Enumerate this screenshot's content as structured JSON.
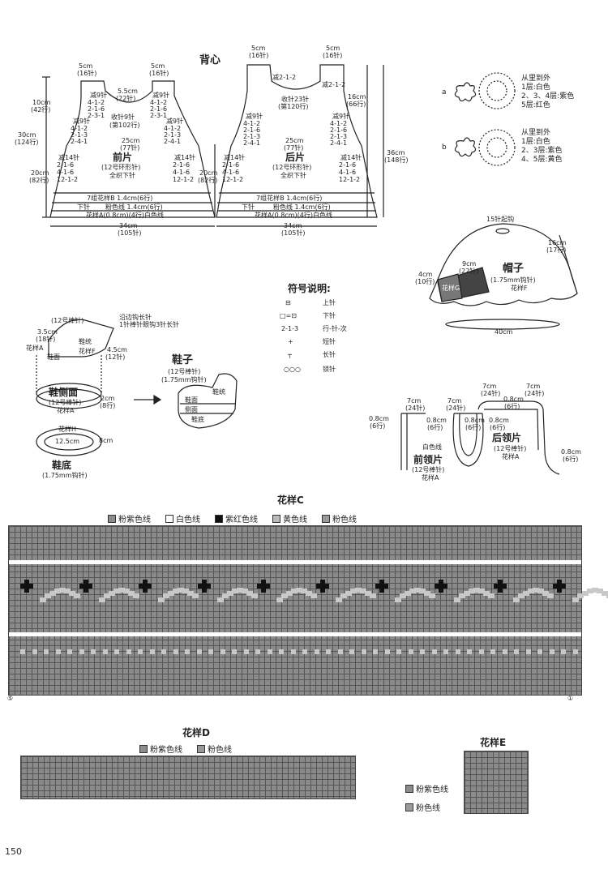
{
  "vest_title": "背心",
  "front": {
    "title": "前片",
    "needle": "(12号环形针)",
    "stitch": "全织下针",
    "shoulder_w": "5cm",
    "shoulder_st": "(16针)",
    "neck_w": "5.5cm",
    "neck_st": "(22针)",
    "neck_dec": "收针9针",
    "neck_row": "(第102行)",
    "dec9": "减9针",
    "dec_rows": [
      "4-1-2",
      "2-1-6",
      "2-3-1"
    ],
    "arm_rows": [
      "2-1-3",
      "2-4-1"
    ],
    "body_w": "25cm",
    "body_st": "(77针)",
    "dec14": "减14针",
    "side_rows": [
      "2-1-6",
      "4-1-6",
      "12-1-2"
    ],
    "h_total": "30cm",
    "h_total_r": "(124行)",
    "h_top": "10cm",
    "h_top_r": "(42行)",
    "h_bot": "20cm",
    "h_bot_r": "(82行)",
    "band1": "7组花样B   1.4cm(6行)",
    "band2a": "下针",
    "band2b": "粉色线  1.4cm(6行)",
    "band3": "花样A(0.8cm)(4行)白色线",
    "bottom_w": "34cm",
    "bottom_st": "(105针)"
  },
  "back": {
    "title": "后片",
    "needle": "(12号环形针)",
    "stitch": "全织下针",
    "shoulder_w": "5cm",
    "shoulder_st": "(16针)",
    "neck_dec": "收针23针",
    "neck_row": "(第120行)",
    "dec_top": "减2-1-2",
    "dec9": "减9针",
    "dec_rows": [
      "4-1-2",
      "2-1-6",
      "2-1-3",
      "2-4-1"
    ],
    "body_w": "25cm",
    "body_st": "(77针)",
    "dec14": "减14针",
    "side_rows": [
      "2-1-6",
      "4-1-6",
      "12-1-2"
    ],
    "h_total": "36cm",
    "h_total_r": "(148行)",
    "h_top": "16cm",
    "h_top_r": "(66行)",
    "h_bot": "20cm",
    "h_bot_r": "(82行)",
    "band1": "7组花样B   1.4cm(6行)",
    "band2a": "下针",
    "band2b": "粉色线  1.4cm(6行)",
    "band3": "花样A(0.8cm)(4行)白色线",
    "bottom_w": "34cm",
    "bottom_st": "(105针)"
  },
  "flowers": [
    {
      "label": "a",
      "lines": [
        "从里到外",
        "1层:白色",
        "2、3、4层:紫色",
        "5层:红色"
      ]
    },
    {
      "label": "b",
      "lines": [
        "从里到外",
        "1层:白色",
        "2、3层:紫色",
        "4、5层:黄色"
      ]
    }
  ],
  "hat": {
    "title": "帽子",
    "tool": "(1.75mm钩针)",
    "pattern": "花样F",
    "start": "15针起钩",
    "h": "16cm",
    "h_r": "(17行)",
    "brim_w": "9cm",
    "brim_st": "(22针)",
    "side": "4cm",
    "side_r": "(10行)",
    "patG": "花样G",
    "circ": "40cm"
  },
  "symbols": {
    "title": "符号说明:",
    "items": [
      {
        "sym": "⊟",
        "text": "上针"
      },
      {
        "sym": "□=⊡",
        "text": "下针"
      },
      {
        "sym": "2-1-3",
        "text": "行-针-次"
      },
      {
        "sym": "+",
        "text": "短针"
      },
      {
        "sym": "┬",
        "text": "长针"
      },
      {
        "sym": "○○○",
        "text": "锁针"
      }
    ]
  },
  "shoe": {
    "needle": "(12号棒针)",
    "edge": "沿边钩长针",
    "edge2": "1针棒针眼钩3针长针",
    "w1": "3.5cm",
    "w1_st": "(18针)",
    "patA": "花样A",
    "shoe_lining": "鞋统",
    "patF": "花样F",
    "face": "鞋面",
    "w2": "4.5cm",
    "w2_st": "(12针)",
    "side_title": "鞋侧面",
    "side_needle": "(12号棒针)",
    "side_pat": "花样A",
    "side_h": "2cm",
    "side_h_r": "(8行)",
    "sole_pat": "花样H",
    "sole_len": "12.5cm",
    "sole_w": "8cm",
    "sole_title": "鞋底",
    "sole_tool": "(1.75mm钩针)",
    "result_title": "鞋子",
    "result_needle": "(12号棒针)",
    "result_tool": "(1.75mm钩针)",
    "r_lining": "鞋统",
    "r_face": "鞋面",
    "r_side": "侧面",
    "r_sole": "鞋底"
  },
  "collar": {
    "f_w": "7cm",
    "f_st": "(24针)",
    "f_h": "0.8cm",
    "f_hr": "(6行)",
    "f_in": "0.8cm",
    "f_inr": "(6行)",
    "f_in2": "0.8cm",
    "f_in2r": "(6行)",
    "white": "白色线",
    "front_title": "前领片",
    "front_needle": "(12号棒针)",
    "front_pat": "花样A",
    "b_w1": "7cm",
    "b_st1": "(24针)",
    "b_w2": "7cm",
    "b_st2": "(24针)",
    "b_h": "0.8cm",
    "b_hr": "(6行)",
    "b_h2": "0.8cm",
    "b_h2r": "(6行)",
    "back_title": "后领片",
    "back_needle": "(12号棒针)",
    "back_pat": "花样A",
    "r_h": "0.8cm",
    "r_hr": "(6行)"
  },
  "patC": {
    "title": "花样C",
    "legend": [
      {
        "text": "粉紫色线",
        "color": "#8c8c8c"
      },
      {
        "text": "白色线",
        "color": "#ffffff"
      },
      {
        "text": "紫红色线",
        "color": "#111111"
      },
      {
        "text": "黄色线",
        "color": "#bbbbbb"
      },
      {
        "text": "粉色线",
        "color": "#9a9a9a"
      }
    ],
    "start": "⑤",
    "end": "①"
  },
  "patD": {
    "title": "花样D",
    "legend": [
      {
        "text": "粉紫色线",
        "color": "#8c8c8c"
      },
      {
        "text": "粉色线",
        "color": "#9a9a9a"
      }
    ]
  },
  "patE": {
    "title": "花样E",
    "legend": [
      {
        "text": "粉紫色线",
        "color": "#8c8c8c"
      },
      {
        "text": "粉色线",
        "color": "#9a9a9a"
      }
    ]
  },
  "page_no": "150"
}
